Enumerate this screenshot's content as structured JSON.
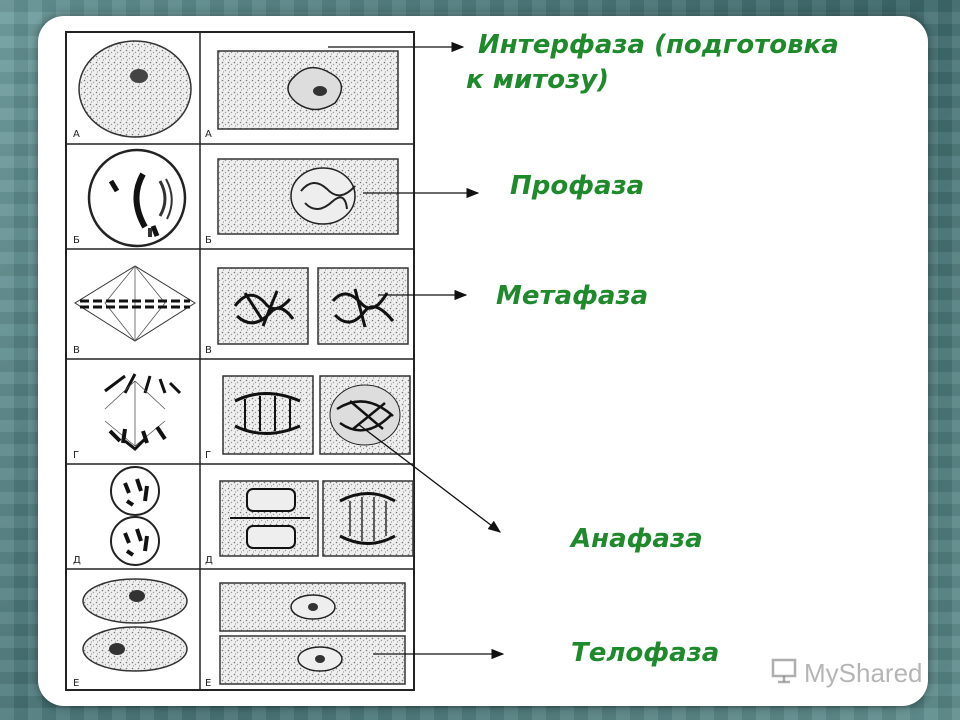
{
  "labels": {
    "interphase_line1": "Интерфаза (подготовка",
    "interphase_line2": "к митозу)",
    "prophase": "Профаза",
    "metaphase": "Метафаза",
    "anaphase": "Анафаза",
    "telophase": "Телофаза"
  },
  "row_letters": {
    "a_left": "А",
    "a_right": "А",
    "b_left": "Б",
    "b_right": "Б",
    "v_left": "В",
    "v_right": "В",
    "g_left": "Г",
    "g_right": "Г",
    "d_left": "Д",
    "d_right": "Д",
    "e_left": "Е",
    "e_right": "Е"
  },
  "watermark": {
    "text": "MyShared"
  },
  "colors": {
    "label_green": "#1f8a2c",
    "background_teal": "#4f7f80"
  }
}
